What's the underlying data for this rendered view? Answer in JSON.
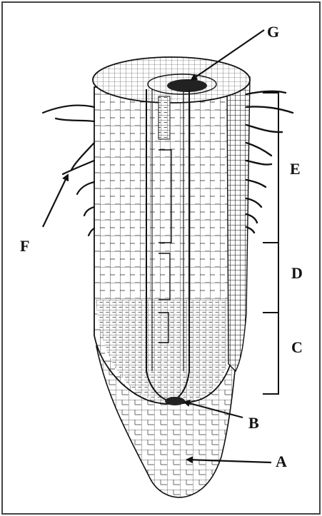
{
  "diagram": {
    "labels": {
      "A": "A",
      "B": "B",
      "C": "C",
      "D": "D",
      "E": "E",
      "F": "F",
      "G": "G"
    },
    "colors": {
      "ink": "#111111",
      "frame": "#444444",
      "background": "#ffffff"
    }
  }
}
